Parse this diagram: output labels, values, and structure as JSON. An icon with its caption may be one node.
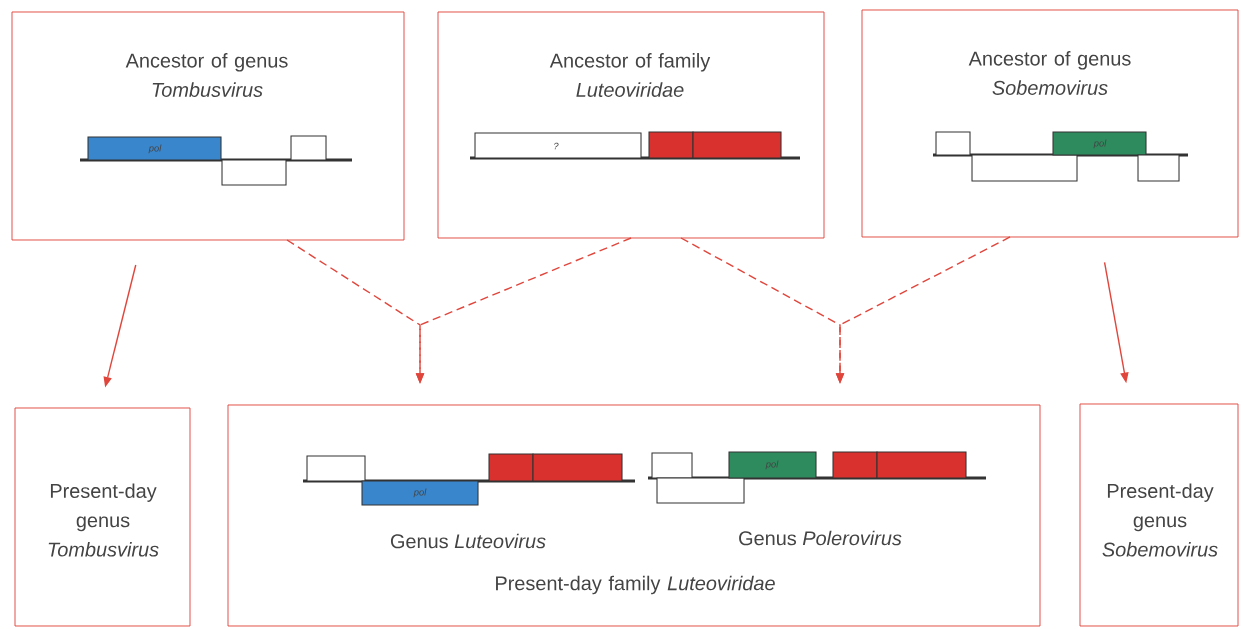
{
  "diagram": {
    "nodes": [
      {
        "text": [
          "Ancestor of genus *Tombusvirus*"
        ]
      },
      {
        "text": [
          "Ancestor of family *Luteoviridae*"
        ]
      },
      {
        "text": [
          "Ancestor of genus *Sobemovirus*"
        ]
      },
      {
        "text": [
          "Present-day genus *Tombusvirus*"
        ]
      },
      {
        "text": [
          "Present-day family *Luteoviridae*"
        ]
      },
      {
        "text": [
          "Present-day genus *Sobemovirus*"
        ]
      }
    ],
    "edges": [
      {
        "from": 0,
        "to": 3,
        "arrow": "to"
      },
      {
        "from": 0,
        "to": 4,
        "arrow": "to",
        "style": "dashed"
      },
      {
        "from": 1,
        "to": 4,
        "arrow": "to",
        "style": "dashed"
      },
      {
        "from": 1,
        "to": 4,
        "arrow": "to",
        "style": "dashed"
      },
      {
        "from": 2,
        "to": 4,
        "arrow": "to",
        "style": "dashed"
      },
      {
        "from": 2,
        "to": 5,
        "arrow": "to"
      }
    ],
    "labels": [
      "pol",
      "?",
      "pol",
      "pol",
      "pol",
      "Genus *Luteovirus*",
      "Genus *Polerovirus*"
    ]
  }
}
